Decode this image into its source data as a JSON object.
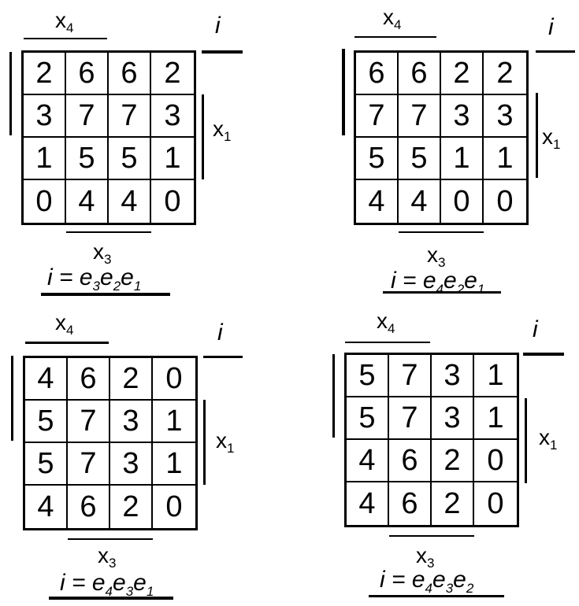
{
  "labels": {
    "x4": "x",
    "x4_sub": "4",
    "x3": "x",
    "x3_sub": "3",
    "x1": "x",
    "x1_sub": "1",
    "i": "i"
  },
  "maps": [
    {
      "grid": [
        [
          "2",
          "6",
          "6",
          "2"
        ],
        [
          "3",
          "7",
          "7",
          "3"
        ],
        [
          "1",
          "5",
          "5",
          "1"
        ],
        [
          "0",
          "4",
          "4",
          "0"
        ]
      ],
      "formula": {
        "lhs": "i = ",
        "terms": [
          [
            "e",
            "3"
          ],
          [
            "e",
            "2"
          ],
          [
            "e",
            "1"
          ]
        ]
      }
    },
    {
      "grid": [
        [
          "6",
          "6",
          "2",
          "2"
        ],
        [
          "7",
          "7",
          "3",
          "3"
        ],
        [
          "5",
          "5",
          "1",
          "1"
        ],
        [
          "4",
          "4",
          "0",
          "0"
        ]
      ],
      "formula": {
        "lhs": "i = ",
        "terms": [
          [
            "e",
            "4"
          ],
          [
            "e",
            "2"
          ],
          [
            "e",
            "1"
          ]
        ]
      }
    },
    {
      "grid": [
        [
          "4",
          "6",
          "2",
          "0"
        ],
        [
          "5",
          "7",
          "3",
          "1"
        ],
        [
          "5",
          "7",
          "3",
          "1"
        ],
        [
          "4",
          "6",
          "2",
          "0"
        ]
      ],
      "formula": {
        "lhs": "i = ",
        "terms": [
          [
            "e",
            "4"
          ],
          [
            "e",
            "3"
          ],
          [
            "e",
            "1"
          ]
        ]
      }
    },
    {
      "grid": [
        [
          "5",
          "7",
          "3",
          "1"
        ],
        [
          "5",
          "7",
          "3",
          "1"
        ],
        [
          "4",
          "6",
          "2",
          "0"
        ],
        [
          "4",
          "6",
          "2",
          "0"
        ]
      ],
      "formula": {
        "lhs": "i = ",
        "terms": [
          [
            "e",
            "4"
          ],
          [
            "e",
            "3"
          ],
          [
            "e",
            "2"
          ]
        ]
      }
    }
  ]
}
